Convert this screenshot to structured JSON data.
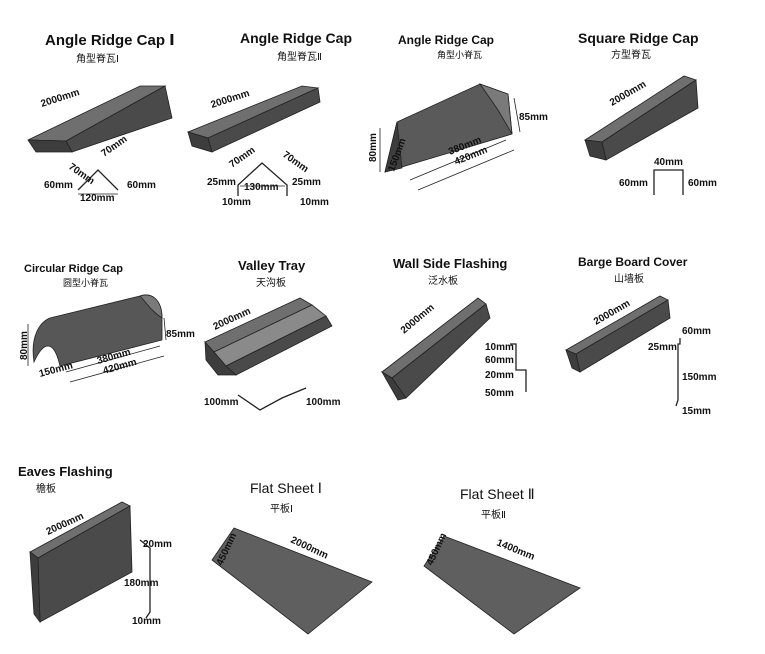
{
  "colors": {
    "tile_light": "#6f6f6f",
    "tile_mid": "#575757",
    "tile_dark": "#3d3d3d",
    "edge": "#222222"
  },
  "items": [
    {
      "title": "Angle Ridge Cap Ⅰ",
      "subtitle": "角型脊瓦Ⅰ",
      "dims": {
        "length": "2000mm",
        "side_a": "70mm",
        "side_b": "70mm",
        "leg_left": "60mm",
        "leg_right": "60mm",
        "width": "120mm"
      }
    },
    {
      "title": "Angle Ridge Cap",
      "subtitle": "角型脊瓦Ⅱ",
      "dims": {
        "length": "2000mm",
        "side_a": "70mm",
        "side_b": "70mm",
        "flange_left": "25mm",
        "flange_right": "25mm",
        "width": "130mm",
        "lip_left": "10mm",
        "lip_right": "10mm"
      }
    },
    {
      "title": "Angle Ridge Cap",
      "subtitle": "角型小脊瓦",
      "dims": {
        "height": "80mm",
        "depth": "150mm",
        "end": "85mm",
        "inner": "380mm",
        "outer": "420mm"
      }
    },
    {
      "title": "Square Ridge Cap",
      "subtitle": "方型脊瓦",
      "dims": {
        "length": "2000mm",
        "top": "40mm",
        "leg_left": "60mm",
        "leg_right": "60mm"
      }
    },
    {
      "title": "Circular Ridge Cap",
      "subtitle": "圆型小脊瓦",
      "dims": {
        "height": "80mm",
        "depth": "150mm",
        "end": "85mm",
        "inner": "380mm",
        "outer": "420mm"
      }
    },
    {
      "title": "Valley Tray",
      "subtitle": "天沟板",
      "dims": {
        "length": "2000mm",
        "side_left": "100mm",
        "side_right": "100mm"
      }
    },
    {
      "title": "Wall Side Flashing",
      "subtitle": "泛水板",
      "dims": {
        "length": "2000mm",
        "d1": "10mm",
        "d2": "60mm",
        "d3": "20mm",
        "d4": "50mm"
      }
    },
    {
      "title": "Barge Board Cover",
      "subtitle": "山墙板",
      "dims": {
        "length": "2000mm",
        "d1": "60mm",
        "d2": "25mm",
        "d3": "150mm",
        "d4": "15mm"
      }
    },
    {
      "title": "Eaves Flashing",
      "subtitle": "檐板",
      "dims": {
        "length": "2000mm",
        "d1": "20mm",
        "d2": "180mm",
        "d3": "10mm"
      }
    },
    {
      "title": "Flat Sheet Ⅰ",
      "subtitle": "平板Ⅰ",
      "dims": {
        "width": "450mm",
        "length": "2000mm"
      }
    },
    {
      "title": "Flat Sheet Ⅱ",
      "subtitle": "平板Ⅱ",
      "dims": {
        "width": "450mm",
        "length": "1400mm"
      }
    }
  ]
}
